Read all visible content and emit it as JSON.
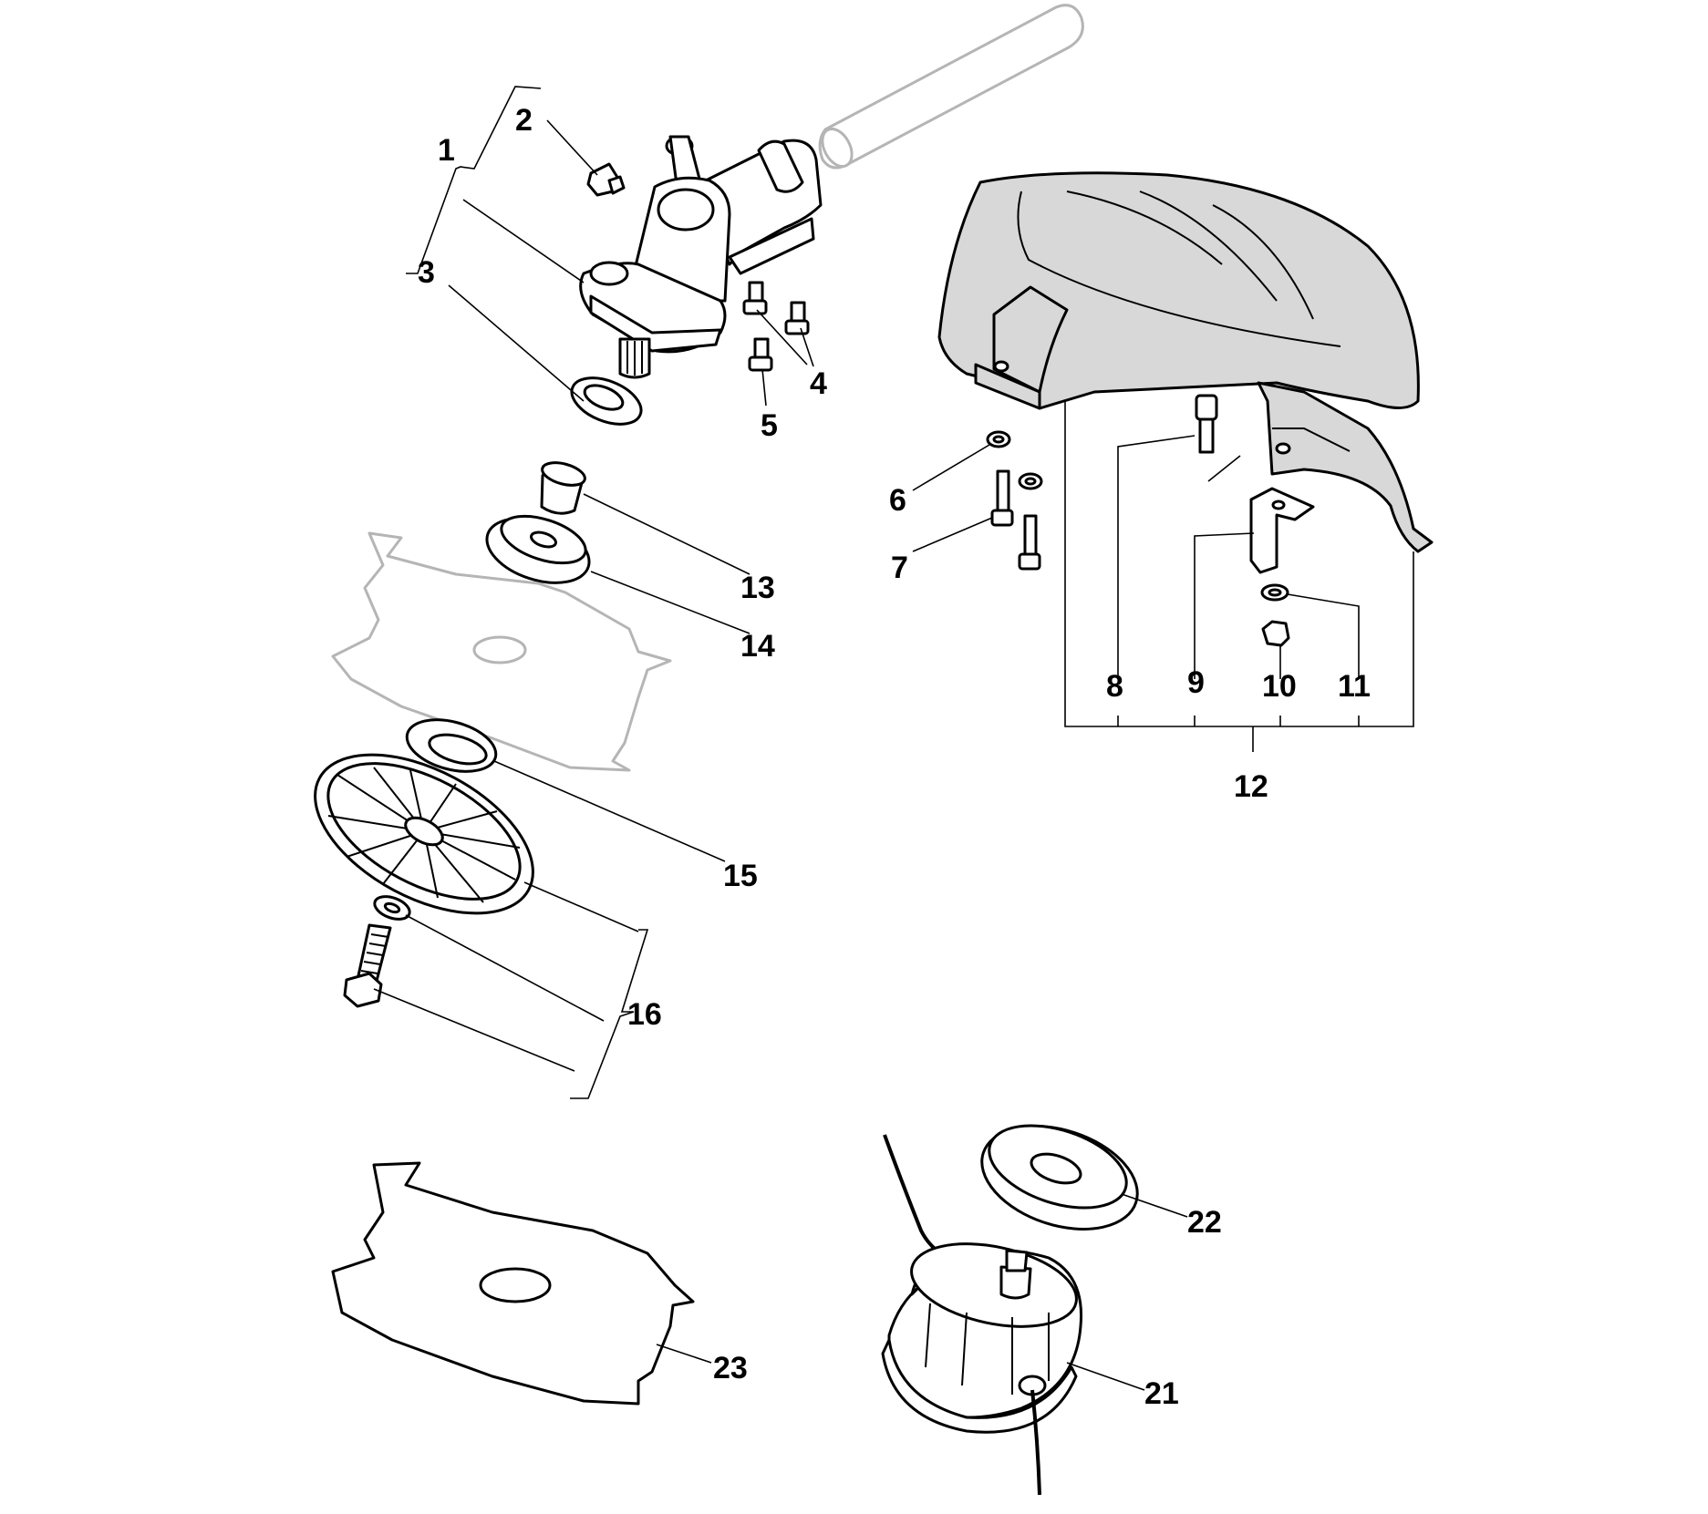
{
  "callouts": [
    {
      "id": "1",
      "text": "1"
    },
    {
      "id": "2",
      "text": "2"
    },
    {
      "id": "3",
      "text": "3"
    },
    {
      "id": "4",
      "text": "4"
    },
    {
      "id": "5",
      "text": "5"
    },
    {
      "id": "6",
      "text": "6"
    },
    {
      "id": "7",
      "text": "7"
    },
    {
      "id": "8",
      "text": "8"
    },
    {
      "id": "9",
      "text": "9"
    },
    {
      "id": "10",
      "text": "10"
    },
    {
      "id": "11",
      "text": "11"
    },
    {
      "id": "12",
      "text": "12"
    },
    {
      "id": "13",
      "text": "13"
    },
    {
      "id": "14",
      "text": "14"
    },
    {
      "id": "15",
      "text": "15"
    },
    {
      "id": "16",
      "text": "16"
    },
    {
      "id": "21",
      "text": "21"
    },
    {
      "id": "22",
      "text": "22"
    },
    {
      "id": "23",
      "text": "23"
    }
  ],
  "colors": {
    "line": "#000000",
    "ghost": "#b5b5b5",
    "guard_fill": "#d8d8d8",
    "background": "#ffffff"
  }
}
